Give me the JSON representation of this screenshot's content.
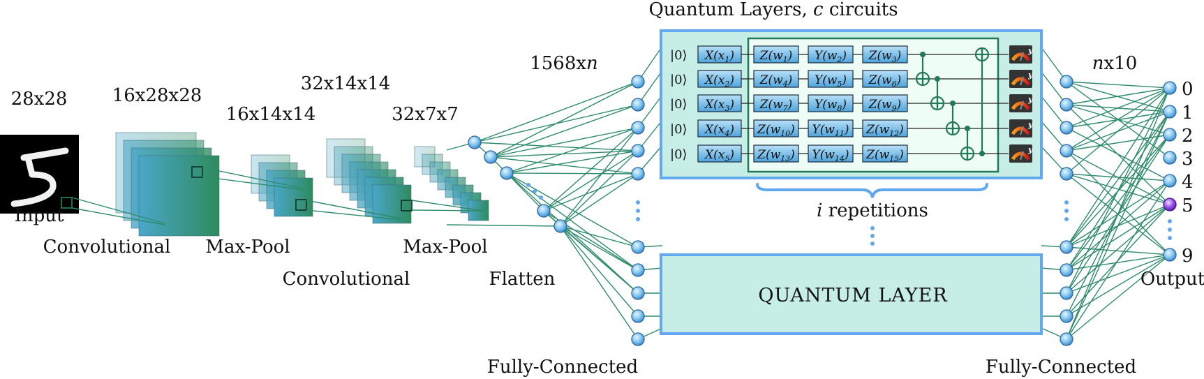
{
  "title": "Quantum Layers, c circuits",
  "title_parts": {
    "prefix": "Quantum Layers, ",
    "var": "c",
    "suffix": " circuits"
  },
  "stages": {
    "input": {
      "dim": "28x28",
      "label": "Input"
    },
    "conv1": {
      "dim": "16x28x28",
      "label": "Convolutional"
    },
    "pool1": {
      "dim": "16x14x14",
      "label": "Max-Pool"
    },
    "conv2": {
      "dim": "32x14x14",
      "label": "Convolutional"
    },
    "pool2": {
      "dim": "32x7x7",
      "label": "Max-Pool"
    },
    "flatten": {
      "label": "Flatten"
    },
    "fc1": {
      "dim_prefix": "1568x",
      "dim_var": "n",
      "label": "Fully-Connected"
    },
    "fc2": {
      "dim_var": "n",
      "dim_suffix": "x10",
      "label": "Fully-Connected"
    },
    "output": {
      "label": "Output",
      "classes": [
        "0",
        "1",
        "2",
        "3",
        "4",
        "5",
        "9"
      ],
      "highlighted": "5"
    }
  },
  "circuit": {
    "init_state": "|0⟩",
    "encoding": [
      {
        "gate": "X",
        "arg": "x",
        "sub": "1"
      },
      {
        "gate": "X",
        "arg": "x",
        "sub": "2"
      },
      {
        "gate": "X",
        "arg": "x",
        "sub": "3"
      },
      {
        "gate": "X",
        "arg": "x",
        "sub": "4"
      },
      {
        "gate": "X",
        "arg": "x",
        "sub": "5"
      }
    ],
    "rotations": [
      [
        {
          "gate": "Z",
          "sub": "1"
        },
        {
          "gate": "Y",
          "sub": "2"
        },
        {
          "gate": "Z",
          "sub": "3"
        }
      ],
      [
        {
          "gate": "Z",
          "sub": "4"
        },
        {
          "gate": "Y",
          "sub": "5"
        },
        {
          "gate": "Z",
          "sub": "6"
        }
      ],
      [
        {
          "gate": "Z",
          "sub": "7"
        },
        {
          "gate": "Y",
          "sub": "8"
        },
        {
          "gate": "Z",
          "sub": "9"
        }
      ],
      [
        {
          "gate": "Z",
          "sub": "10"
        },
        {
          "gate": "Y",
          "sub": "11"
        },
        {
          "gate": "Z",
          "sub": "12"
        }
      ],
      [
        {
          "gate": "Z",
          "sub": "13"
        },
        {
          "gate": "Y",
          "sub": "14"
        },
        {
          "gate": "Z",
          "sub": "15"
        }
      ]
    ],
    "weight_symbol": "w",
    "cnots": [
      [
        0,
        1
      ],
      [
        1,
        2
      ],
      [
        2,
        3
      ],
      [
        3,
        4
      ],
      [
        4,
        0
      ]
    ],
    "measurement_label": "y"
  },
  "repetitions": {
    "var": "i",
    "text": " repetitions"
  },
  "quantum_layer_label": "QUANTUM LAYER",
  "colors": {
    "edge": "#2e8b6a",
    "node_fill": "#7cc3ee",
    "node_stroke": "#2f6aa8",
    "highlight_node": "#8a3ee0",
    "quantum_box_border": "#64a8f0",
    "quantum_box_fill": "#c6eee6",
    "inner_box_border": "#1f7a55",
    "inner_box_fill": "#effdf7",
    "gate_fill": "#6cb8e8",
    "dots": "#5fa8f0"
  }
}
